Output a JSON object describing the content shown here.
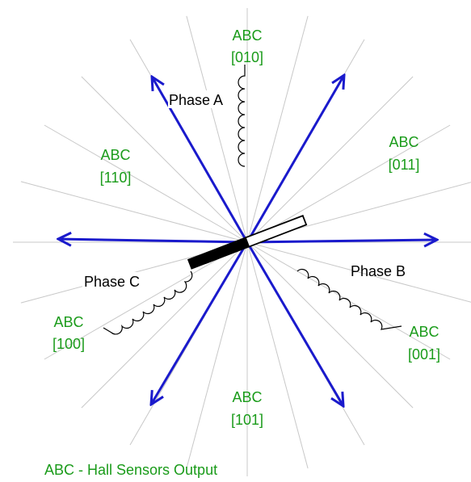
{
  "colors": {
    "vector": "#1a1acc",
    "spoke": "#c8c8c8",
    "hall_label": "#1a9b1a",
    "text": "#000000"
  },
  "phases": {
    "a": "Phase A",
    "b": "Phase B",
    "c": "Phase C"
  },
  "hall_states": [
    {
      "name": "ABC",
      "code": "[010]"
    },
    {
      "name": "ABC",
      "code": "[011]"
    },
    {
      "name": "ABC",
      "code": "[001]"
    },
    {
      "name": "ABC",
      "code": "[101]"
    },
    {
      "name": "ABC",
      "code": "[100]"
    },
    {
      "name": "ABC",
      "code": "[110]"
    }
  ],
  "footer": "ABC - Hall Sensors Output"
}
